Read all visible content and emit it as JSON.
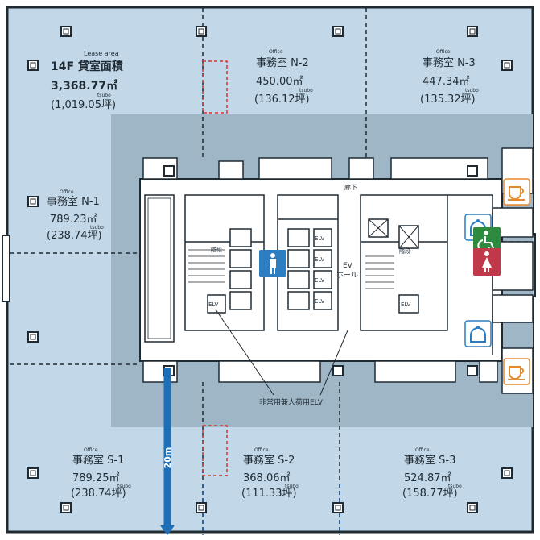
{
  "colors": {
    "office_bg": "#c2d8e8",
    "core_bg": "#9eb6c6",
    "core_inner": "#ffffff",
    "wall": "#1f2a33",
    "dash": "#1f2a33",
    "blue_dash": "#1e56a0",
    "red_dash": "#d9332f",
    "arrow": "#1d6fb8",
    "icon_blue": "#2d7dc2",
    "icon_green": "#2e8a3e",
    "icon_red": "#c0394b",
    "icon_orange": "#e58a2c"
  },
  "summary": {
    "ruby": "Lease area",
    "floor": "14F 貸室面積",
    "sqm": "3,368.77㎡",
    "tsubo": "(1,019.05坪)",
    "tsubo_ruby": "tsubo"
  },
  "rooms": [
    {
      "id": "n1",
      "ruby": "Office",
      "name": "事務室 N-1",
      "sqm": "789.23㎡",
      "tsubo": "(238.74坪)",
      "tsubo_ruby": "tsubo"
    },
    {
      "id": "n2",
      "ruby": "Office",
      "name": "事務室 N-2",
      "sqm": "450.00㎡",
      "tsubo": "(136.12坪)",
      "tsubo_ruby": "tsubo"
    },
    {
      "id": "n3",
      "ruby": "Office",
      "name": "事務室 N-3",
      "sqm": "447.34㎡",
      "tsubo": "(135.32坪)",
      "tsubo_ruby": "tsubo"
    },
    {
      "id": "s1",
      "ruby": "Office",
      "name": "事務室 S-1",
      "sqm": "789.25㎡",
      "tsubo": "(238.74坪)",
      "tsubo_ruby": "tsubo"
    },
    {
      "id": "s2",
      "ruby": "Office",
      "name": "事務室 S-2",
      "sqm": "368.06㎡",
      "tsubo": "(111.33坪)",
      "tsubo_ruby": "tsubo"
    },
    {
      "id": "s3",
      "ruby": "Office",
      "name": "事務室 S-3",
      "sqm": "524.87㎡",
      "tsubo": "(158.77坪)",
      "tsubo_ruby": "tsubo"
    }
  ],
  "core": {
    "corridor": "廊下",
    "ev_hall_1": "EV",
    "ev_hall_2": "ホール",
    "elv": "ELV",
    "stair": "階段",
    "emergency_elv": "非常用兼人荷用ELV"
  },
  "scale": {
    "label": "20m"
  }
}
